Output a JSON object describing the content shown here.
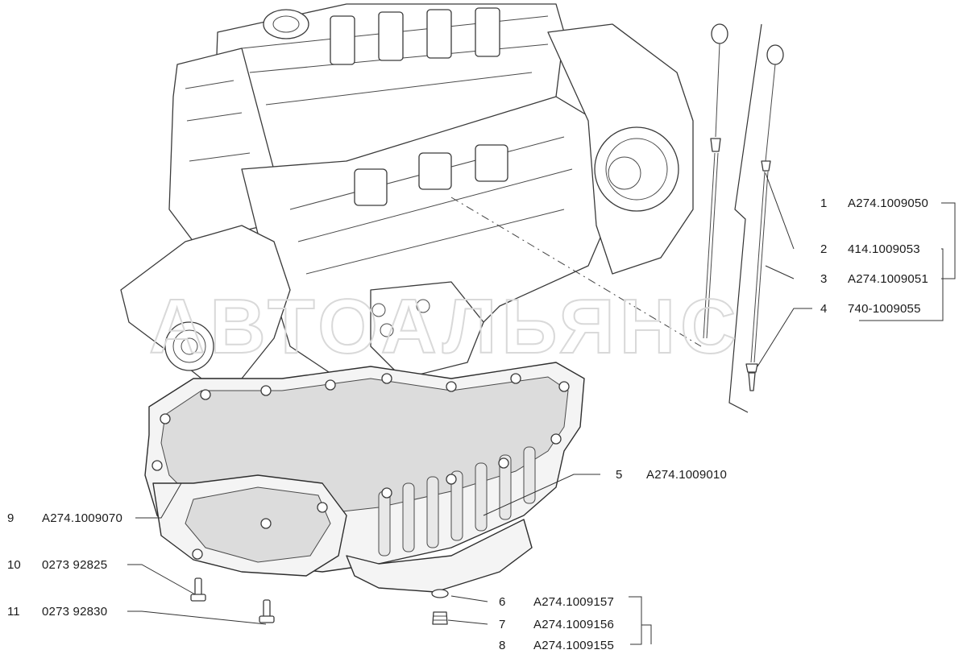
{
  "watermark": "АВТОАЛЬЯНС",
  "callouts": [
    {
      "number": "1",
      "code": "A274.1009050"
    },
    {
      "number": "2",
      "code": "414.1009053"
    },
    {
      "number": "3",
      "code": "A274.1009051"
    },
    {
      "number": "4",
      "code": "740-1009055"
    },
    {
      "number": "5",
      "code": "A274.1009010"
    },
    {
      "number": "6",
      "code": "A274.1009157"
    },
    {
      "number": "7",
      "code": "A274.1009156"
    },
    {
      "number": "8",
      "code": "A274.1009155"
    },
    {
      "number": "9",
      "code": "A274.1009070"
    },
    {
      "number": "10",
      "code": "0273 92825"
    },
    {
      "number": "11",
      "code": "0273 92830"
    }
  ]
}
